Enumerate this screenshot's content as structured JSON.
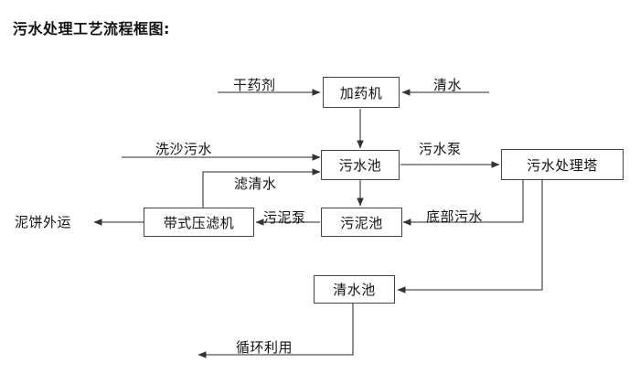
{
  "title": "污水处理工艺流程框图:",
  "colors": {
    "background": "#ffffff",
    "stroke": "#444444",
    "text": "#111111"
  },
  "diagram": {
    "type": "flowchart",
    "nodes": [
      {
        "id": "dosing-machine",
        "label": "加药机"
      },
      {
        "id": "sewage-pond",
        "label": "污水池"
      },
      {
        "id": "sewage-treatment-tower",
        "label": "污水处理塔"
      },
      {
        "id": "belt-filter-press",
        "label": "带式压滤机"
      },
      {
        "id": "sludge-pond",
        "label": "污泥池"
      },
      {
        "id": "clean-water-pond",
        "label": "清水池"
      }
    ],
    "terminals": [
      {
        "id": "dry-agent",
        "label": "干药剂"
      },
      {
        "id": "clean-water-in",
        "label": "清水"
      },
      {
        "id": "sand-wash-sewage",
        "label": "洗沙污水"
      },
      {
        "id": "mud-cake-out",
        "label": "泥饼外运"
      }
    ],
    "edge_labels": [
      {
        "id": "sewage-pump",
        "label": "污水泵"
      },
      {
        "id": "filtered-water",
        "label": "滤清水"
      },
      {
        "id": "sludge-pump",
        "label": "污泥泵"
      },
      {
        "id": "bottom-sewage",
        "label": "底部污水"
      },
      {
        "id": "recycle-use",
        "label": "循环利用"
      }
    ],
    "edges": [
      {
        "from": "dry-agent",
        "to": "dosing-machine",
        "label": ""
      },
      {
        "from": "clean-water-in",
        "to": "dosing-machine",
        "label": ""
      },
      {
        "from": "dosing-machine",
        "to": "sewage-pond",
        "label": ""
      },
      {
        "from": "sand-wash-sewage",
        "to": "sewage-pond",
        "label": ""
      },
      {
        "from": "belt-filter-press",
        "to": "sewage-pond",
        "label": "滤清水"
      },
      {
        "from": "sewage-pond",
        "to": "sewage-treatment-tower",
        "label": "污水泵"
      },
      {
        "from": "sewage-pond",
        "to": "sludge-pond",
        "label": ""
      },
      {
        "from": "sludge-pond",
        "to": "belt-filter-press",
        "label": "污泥泵"
      },
      {
        "from": "belt-filter-press",
        "to": "mud-cake-out",
        "label": ""
      },
      {
        "from": "sewage-treatment-tower",
        "to": "sludge-pond",
        "label": "底部污水"
      },
      {
        "from": "sewage-treatment-tower",
        "to": "clean-water-pond",
        "label": ""
      },
      {
        "from": "clean-water-pond",
        "to": "recycle-outlet",
        "label": "循环利用"
      }
    ]
  }
}
